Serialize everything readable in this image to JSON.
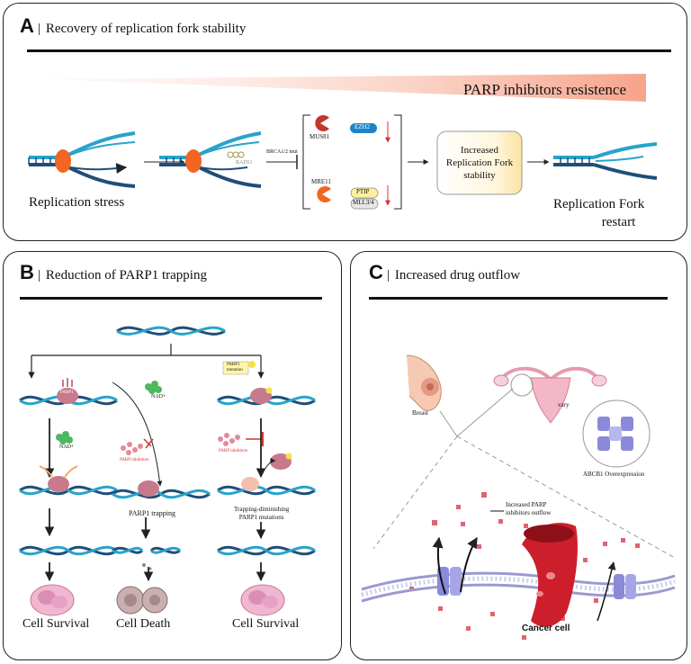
{
  "panel_a": {
    "letter": "A",
    "title": "Recovery of replication fork stability",
    "gradient_label": "PARP inhibitors resistence",
    "replication_stress": "Replication stress",
    "brca_label": "BRCA1/2 mut",
    "rad51": "RAD51",
    "mus81": "MUS81",
    "ezh2": "EZH2",
    "mre11": "MRE11",
    "ptip": "PTIP",
    "mll34": "MLL3/4",
    "increased_stability": [
      "Increased",
      "Replication Fork",
      "stability"
    ],
    "restart": [
      "Replication Fork",
      "restart"
    ],
    "colors": {
      "gradient": "#f6a38a",
      "dna_dark": "#1f4e79",
      "dna_light": "#29a3c9",
      "orange": "#f26522"
    }
  },
  "panel_b": {
    "letter": "B",
    "title": "Reduction of PARP1 trapping",
    "parp1": "PARP1",
    "parp1_mutation": [
      "PARP1",
      "mutation"
    ],
    "nad": "NAD+",
    "parp_inhibitors": "PARP inhibitors",
    "parp1_trapping": "PARP1 trapping",
    "trapping_diminishing": [
      "Trapping-diminishing",
      "PARP1 mutations"
    ],
    "cell_survival": "Cell Survival",
    "cell_death": "Cell Death"
  },
  "panel_c": {
    "letter": "C",
    "title": "Increased drug outflow",
    "breast": "Breast",
    "ovary": "vary",
    "abcb1": "ABCB1 Overexpression",
    "outflow": [
      "Increased PARP",
      "inhibitors outflow"
    ],
    "cancer_cell": "Cancer cell"
  }
}
